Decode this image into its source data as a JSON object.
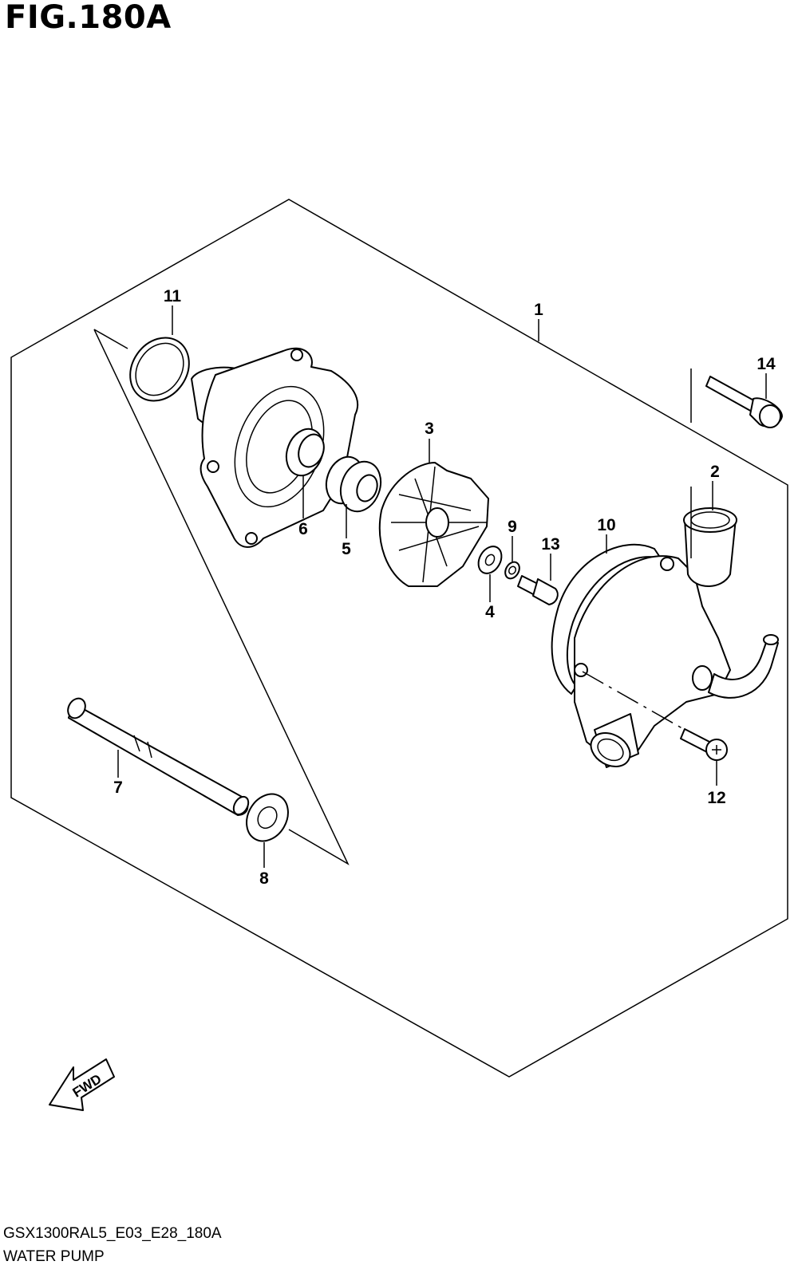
{
  "header": {
    "figure_label": "FIG.180A"
  },
  "footer": {
    "model_code": "GSX1300RAL5_E03_E28_180A",
    "section_name": "WATER PUMP"
  },
  "direction_badge": {
    "label": "FWD"
  },
  "callouts": [
    "1",
    "2",
    "3",
    "4",
    "5",
    "6",
    "7",
    "8",
    "9",
    "10",
    "11",
    "12",
    "13",
    "14"
  ]
}
